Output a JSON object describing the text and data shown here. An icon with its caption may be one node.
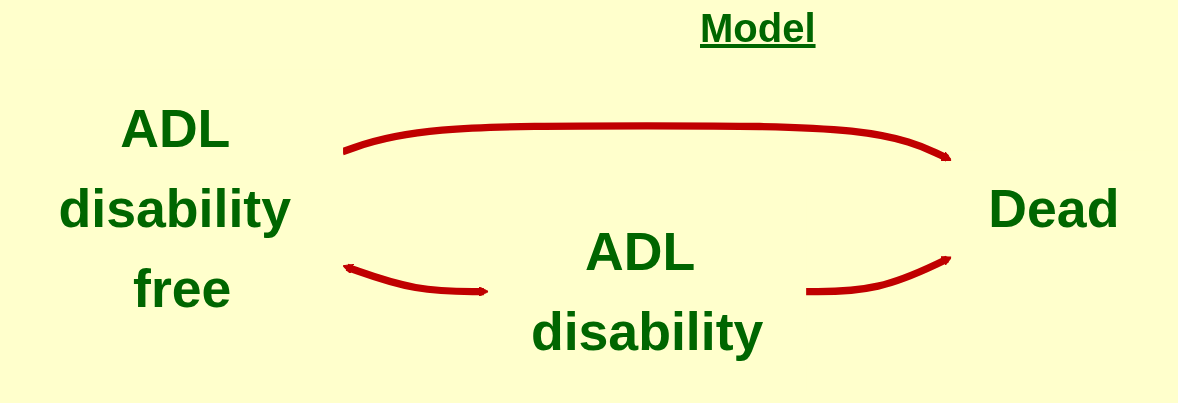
{
  "diagram": {
    "title": "Model",
    "nodes": [
      {
        "text": [
          "ADL disability free"
        ]
      },
      {
        "text": [
          "ADL disability"
        ]
      },
      {
        "text": [
          "Dead"
        ]
      }
    ],
    "edges": [
      {
        "from": 0,
        "to": 2,
        "arrow": "to"
      },
      {
        "from": 1,
        "to": 2,
        "arrow": "to"
      },
      {
        "from": 0,
        "to": 1,
        "arrow": "both"
      }
    ]
  }
}
